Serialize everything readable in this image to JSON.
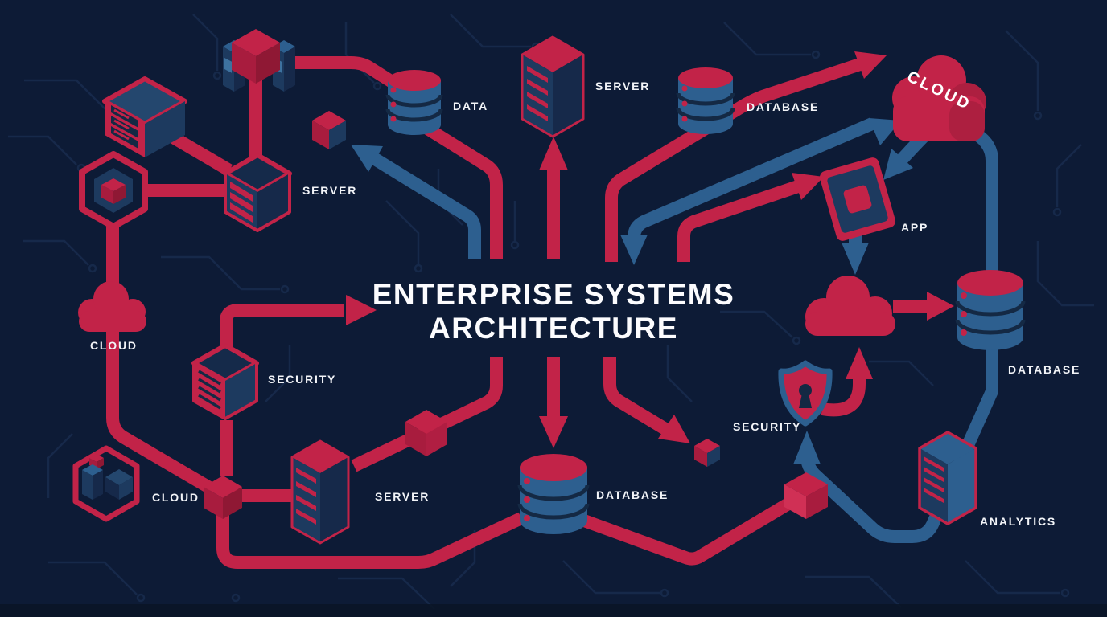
{
  "title": {
    "line1": "ENTERPRISE SYSTEMS",
    "line2": "ARCHITECTURE"
  },
  "labels": {
    "data": "DATA",
    "server_top": "SERVER",
    "database_top_right": "DATABASE",
    "cloud_badge": "CLOUD",
    "app": "APP",
    "database_right": "DATABASE",
    "security_right": "SECURITY",
    "analytics": "ANALYTICS",
    "database_bottom": "DATABASE",
    "server_bottom": "SERVER",
    "cloud_hexagon": "CLOUD",
    "security_left": "SECURITY",
    "server_left": "SERVER",
    "cloud_left": "CLOUD"
  },
  "colors": {
    "background": "#0d1b36",
    "crimson": "#c22348",
    "crimson_dark": "#a81c3e",
    "steel_blue": "#2d5f8f",
    "navy_shape": "#1d3a5f",
    "navy_deep": "#16294a",
    "trace": "#16294a",
    "text": "#f2f4f8"
  }
}
